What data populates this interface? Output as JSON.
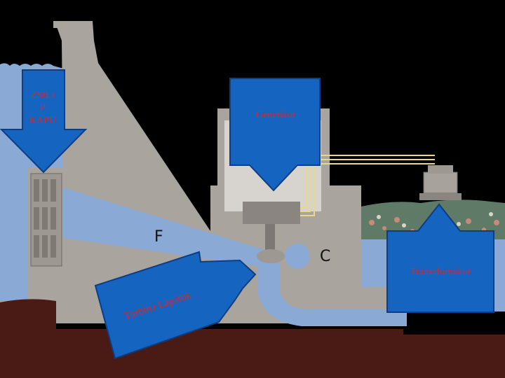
{
  "diagram": {
    "labels": {
      "gate_line1": "ZSILI",
      "gate_line2": "P",
      "gate_line3": "KAPU",
      "generator": "Generátor",
      "turbine": "Turbina Lapátok",
      "transformer": "Transzformátor",
      "letter_f": "F",
      "letter_c": "C"
    },
    "colors": {
      "background": "#000000",
      "water": "#8aa9d4",
      "dam": "#aaa49e",
      "ground": "#4a1b14",
      "arrow_fill": "#1565c0",
      "arrow_stroke": "#0d3d82",
      "label_text": "#d8262c",
      "powerline": "#e8d98a"
    }
  }
}
